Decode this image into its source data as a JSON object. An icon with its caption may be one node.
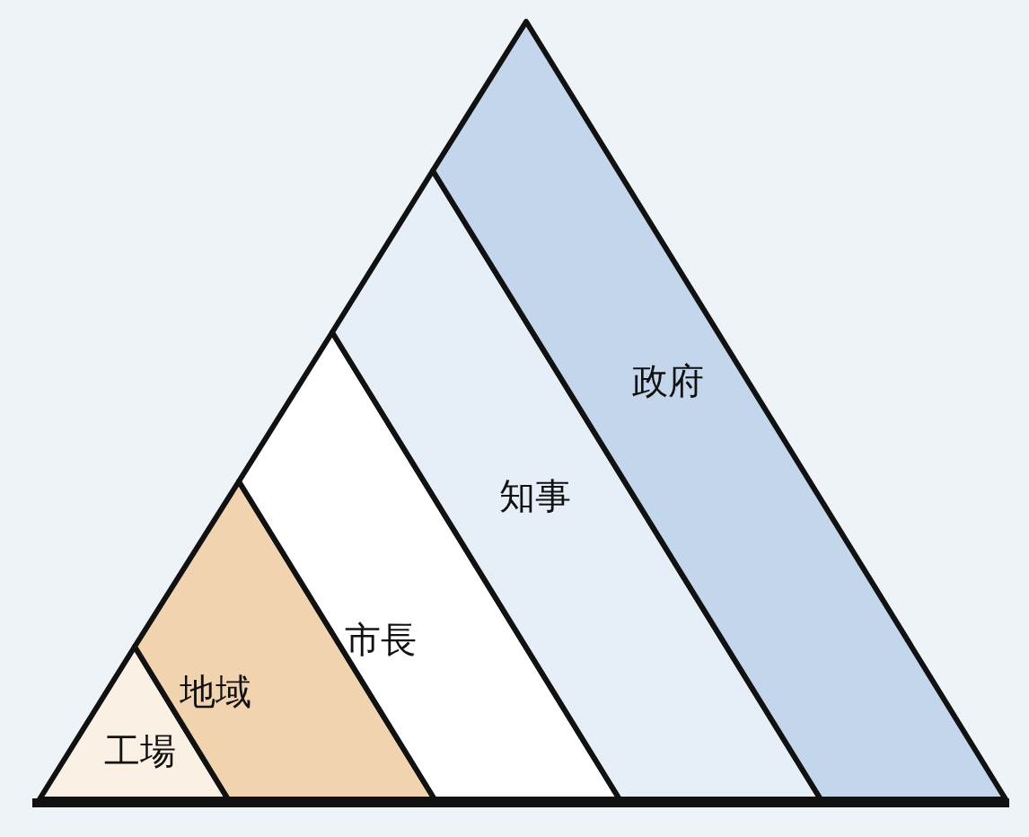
{
  "diagram": {
    "nodes": [
      {
        "text": [
          "工場"
        ]
      },
      {
        "text": [
          "地域"
        ]
      },
      {
        "text": [
          "市長"
        ]
      },
      {
        "text": [
          "知事"
        ]
      },
      {
        "text": [
          "政府"
        ]
      }
    ]
  }
}
